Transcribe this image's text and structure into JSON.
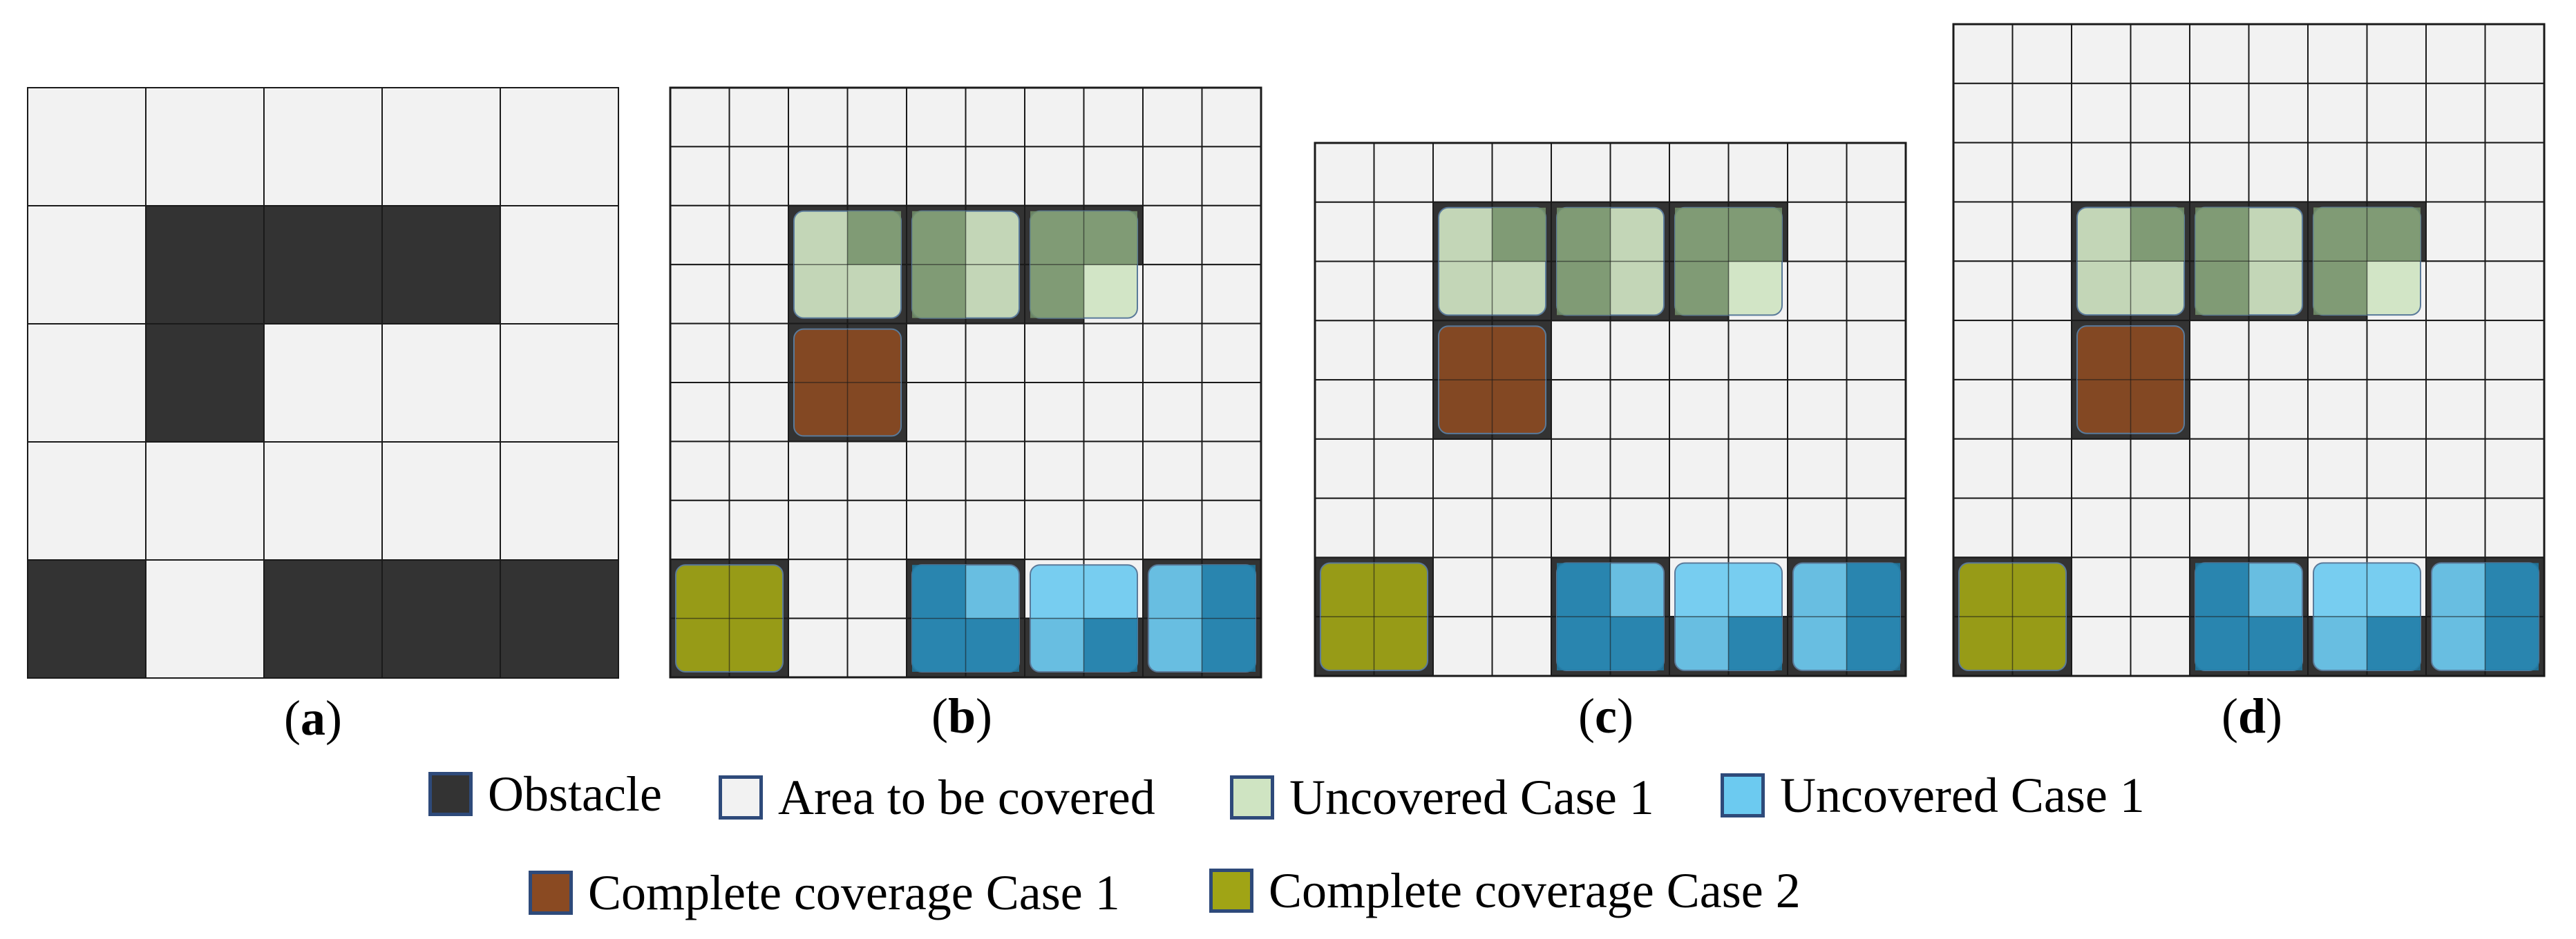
{
  "panels": [
    {
      "paren_open": "(",
      "letter": "a",
      "paren_close": ")"
    },
    {
      "paren_open": "(",
      "letter": "b",
      "paren_close": ")"
    },
    {
      "paren_open": "(",
      "letter": "c",
      "paren_close": ")"
    },
    {
      "paren_open": "(",
      "letter": "d",
      "paren_close": ")"
    }
  ],
  "legend": [
    {
      "label": "Obstacle",
      "color": "#333333"
    },
    {
      "label": "Area to be covered",
      "color": "#f2f2f2"
    },
    {
      "label": "Uncovered Case 1",
      "color": "#cfe4c2"
    },
    {
      "label": "Uncovered Case 1",
      "color": "#6ccaf0"
    },
    {
      "label": "Complete coverage Case 1",
      "color": "#8a4a22"
    },
    {
      "label": "Complete coverage Case 2",
      "color": "#a0a415"
    }
  ],
  "colors": {
    "obstacle": "#333333",
    "free": "#f2f2f2",
    "grid_line": "#1a1a1a",
    "uncovered_green_light": "#cfe4c2",
    "uncovered_green_dark": "#74906a",
    "uncovered_blue_light": "#6ccaf0",
    "uncovered_blue_dark": "#1e7ba6",
    "complete_case1": "#8a4a22",
    "complete_case2": "#a0a415"
  }
}
